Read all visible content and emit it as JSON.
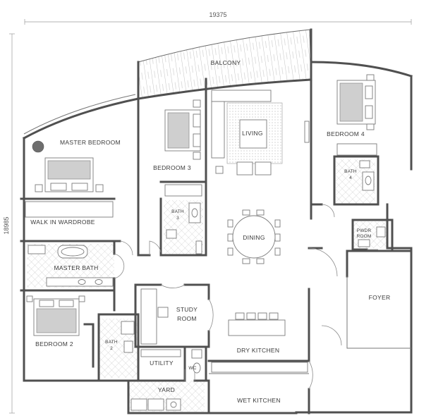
{
  "dimensions": {
    "width_label": "19375",
    "height_label": "18985"
  },
  "rooms": {
    "balcony": "BALCONY",
    "living": "LIVING",
    "master_bedroom": "MASTER BEDROOM",
    "bedroom_3": "BEDROOM 3",
    "bedroom_4": "BEDROOM 4",
    "bath_4_line1": "BATH",
    "bath_4_line2": "4",
    "walk_in_wardrobe": "WALK IN WARDROBE",
    "bath_3_line1": "BATH",
    "bath_3_line2": "3",
    "dining": "DINING",
    "pwdr_line1": "PWDR",
    "pwdr_line2": "ROOM",
    "master_bath": "MASTER BATH",
    "foyer": "FOYER",
    "study_line1": "STUDY",
    "study_line2": "ROOM",
    "bedroom_2": "BEDROOM 2",
    "bath_2_line1": "BATH",
    "bath_2_line2": "2",
    "dry_kitchen": "DRY KITCHEN",
    "utility": "UTILITY",
    "wc": "WC",
    "yard": "YARD",
    "wet_kitchen": "WET KITCHEN"
  }
}
